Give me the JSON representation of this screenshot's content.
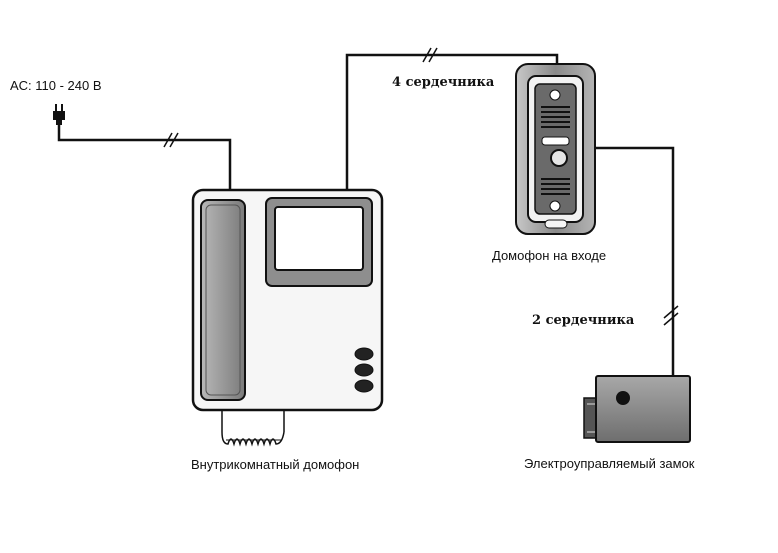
{
  "labels": {
    "power": "AC: 110 - 240 В",
    "wire4": "4 сердечника",
    "door_unit": "Домофон на входе",
    "wire2": "2 сердечника",
    "indoor_unit": "Внутрикомнатный домофон",
    "lock": "Электроуправляемый замок"
  },
  "colors": {
    "line": "#111111",
    "device_fill": "#f4f4f4",
    "handset_fill": "#9a9a9a",
    "screen_frame": "#8e8e8e",
    "door_body": "#7d7d7d",
    "lock_body": "#8a8a8a"
  },
  "icons": [
    "power-plug-icon",
    "wire-break-icon",
    "handset",
    "monitor-screen",
    "camera-lens-icon",
    "speaker-grille",
    "call-button"
  ]
}
